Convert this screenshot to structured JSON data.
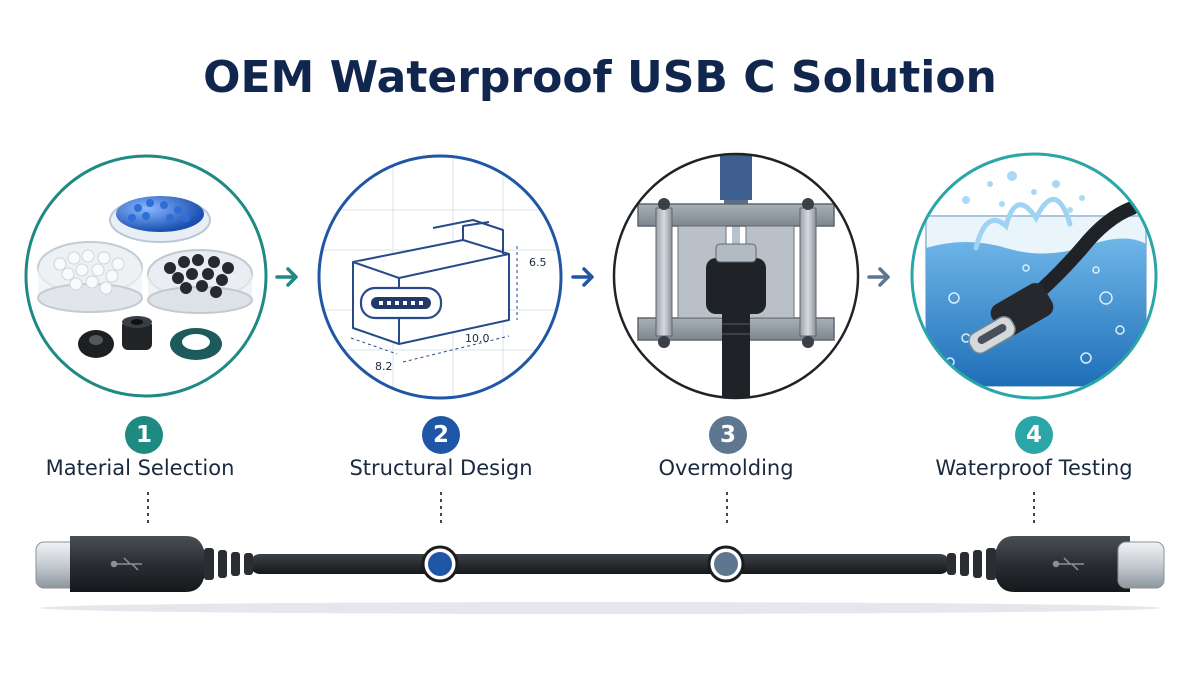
{
  "title": "OEM Waterproof USB C Solution",
  "steps": [
    {
      "number": "1",
      "label": "Material Selection",
      "color": "#1f8a82"
    },
    {
      "number": "2",
      "label": "Structural Design",
      "color": "#1f56a6"
    },
    {
      "number": "3",
      "label": "Overmolding",
      "color": "#5f7690"
    },
    {
      "number": "4",
      "label": "Waterproof Testing",
      "color": "#2aa6a8"
    }
  ],
  "dimensions": {
    "height": "6.5",
    "length": "10.0",
    "width": "8.2"
  },
  "colors": {
    "title": "#10264f",
    "cable": "#1f2327"
  }
}
